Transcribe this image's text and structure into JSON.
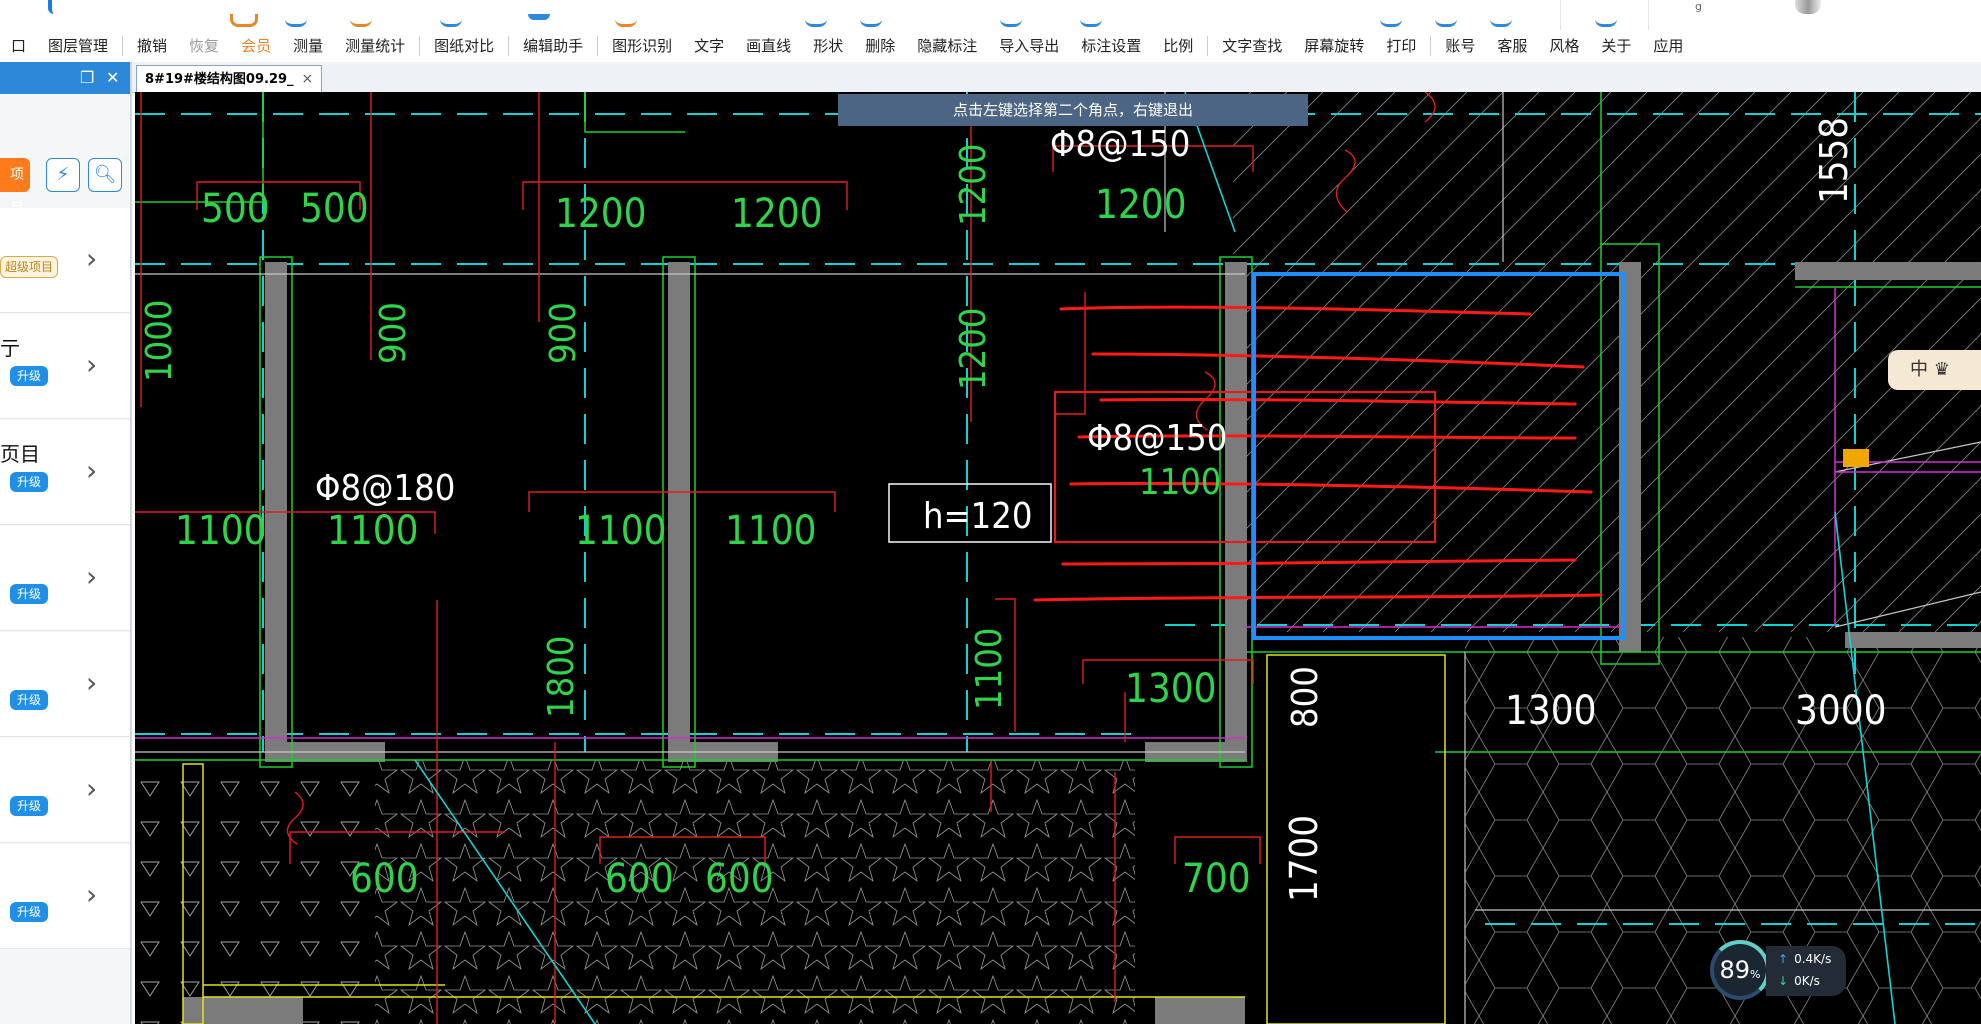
{
  "toolbar": {
    "items": [
      {
        "label": "口"
      },
      {
        "label": "图层管理"
      },
      {
        "label": "撤销"
      },
      {
        "label": "恢复",
        "disabled": true
      },
      {
        "label": "会员",
        "accent": true
      },
      {
        "label": "测量"
      },
      {
        "label": "测量统计"
      },
      {
        "label": "图纸对比"
      },
      {
        "label": "编辑助手"
      },
      {
        "label": "图形识别"
      },
      {
        "label": "文字"
      },
      {
        "label": "画直线"
      },
      {
        "label": "形状"
      },
      {
        "label": "删除"
      },
      {
        "label": "隐藏标注"
      },
      {
        "label": "导入导出"
      },
      {
        "label": "标注设置"
      },
      {
        "label": "比例"
      },
      {
        "label": "文字查找"
      },
      {
        "label": "屏幕旋转"
      },
      {
        "label": "打印"
      },
      {
        "label": "账号"
      },
      {
        "label": "客服"
      },
      {
        "label": "风格"
      },
      {
        "label": "关于"
      },
      {
        "label": "应用"
      }
    ],
    "accent_color": "#e8862a",
    "hint_fragment": "g"
  },
  "left_panel": {
    "project_button": "项目",
    "items": [
      {
        "title": "",
        "badge": "超级项目",
        "badge_style": "gold"
      },
      {
        "title": "亍",
        "badge": "升级"
      },
      {
        "title": "页目",
        "badge": "升级"
      },
      {
        "title": "",
        "badge": "升级"
      },
      {
        "title": "",
        "badge": "升级"
      },
      {
        "title": "",
        "badge": "升级"
      },
      {
        "title": "",
        "badge": "升级"
      }
    ],
    "header_color": "#2c88d9"
  },
  "tab": {
    "label": "8#19#楼结构图09.29_",
    "close": "×"
  },
  "canvas": {
    "prompt": "点击左键选择第二个角点，右键退出",
    "labels": {
      "d500a": "500",
      "d500b": "500",
      "d1200a": "1200",
      "d1200b": "1200",
      "d1200v1": "1200",
      "d1200v2": "1200",
      "d1000": "1000",
      "d900a": "900",
      "d900b": "900",
      "rebar1": "Φ8@150",
      "d1200c": "1200",
      "d1558": "1558",
      "rebar2": "Φ8@180",
      "d1100a": "1100",
      "d1100b": "1100",
      "d1100c": "1100",
      "d1100d": "1100",
      "hbox": "h=120",
      "rebar3": "Φ8@150",
      "d1100e": "1100",
      "d1800": "1800",
      "d1100v": "1100",
      "d1300a": "1300",
      "d800": "800",
      "d1300b": "1300",
      "d3000": "3000",
      "d600a": "600",
      "d600b": "600",
      "d600c": "600",
      "d700": "700",
      "d1700": "1700"
    }
  },
  "ime": {
    "label": "中 ♛"
  },
  "network": {
    "percent": "89",
    "percent_unit": "%",
    "up": "0.4",
    "down": "0",
    "unit": "K/s"
  }
}
